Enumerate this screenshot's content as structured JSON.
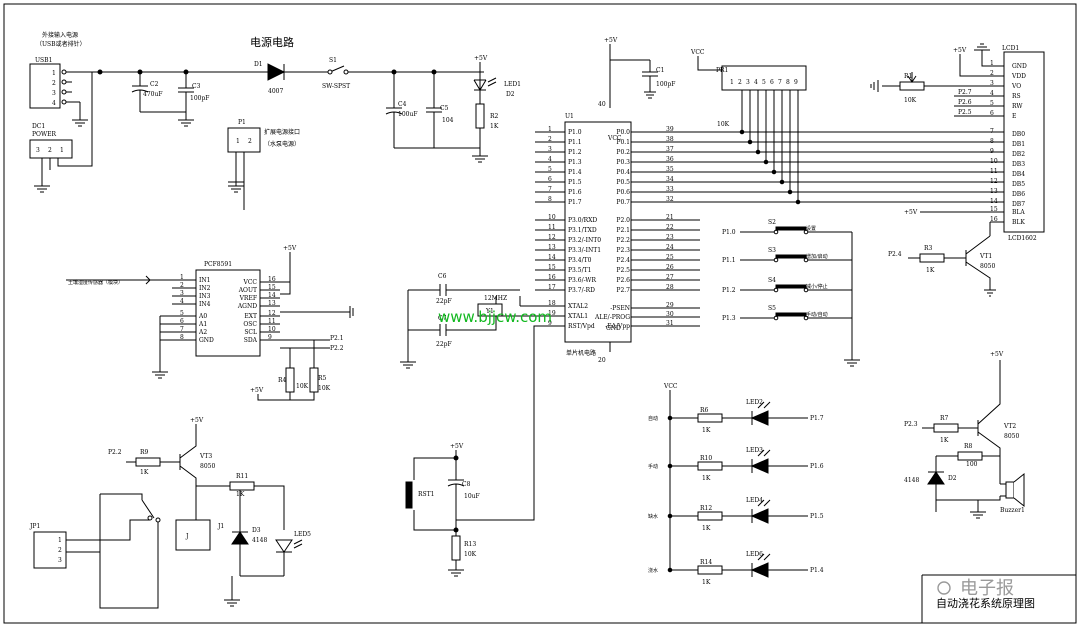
{
  "title": "电源电路",
  "footer_caption": "自动浇花系统原理图",
  "watermark_url": "www.bjjcw.com",
  "watermark_brand": "电子报",
  "mcu": {
    "ref": "U1",
    "vcc": "VCC",
    "pin_vcc": "40",
    "pin_gnd": "20",
    "gnd": "GND",
    "caption": "单片机电路",
    "left_pins": [
      {
        "num": "1",
        "name": "P1.0"
      },
      {
        "num": "2",
        "name": "P1.1"
      },
      {
        "num": "3",
        "name": "P1.2"
      },
      {
        "num": "4",
        "name": "P1.3"
      },
      {
        "num": "5",
        "name": "P1.4"
      },
      {
        "num": "6",
        "name": "P1.5"
      },
      {
        "num": "7",
        "name": "P1.6"
      },
      {
        "num": "8",
        "name": "P1.7"
      },
      {
        "num": "10",
        "name": "P3.0/RXD"
      },
      {
        "num": "11",
        "name": "P3.1/TXD"
      },
      {
        "num": "12",
        "name": "P3.2/-INT0"
      },
      {
        "num": "13",
        "name": "P3.3/-INT1"
      },
      {
        "num": "14",
        "name": "P3.4/T0"
      },
      {
        "num": "15",
        "name": "P3.5/T1"
      },
      {
        "num": "16",
        "name": "P3.6/-WR"
      },
      {
        "num": "17",
        "name": "P3.7/-RD"
      },
      {
        "num": "18",
        "name": "XTAL2"
      },
      {
        "num": "19",
        "name": "XTAL1"
      },
      {
        "num": "9",
        "name": "RST/Vpd"
      }
    ],
    "right_pins": [
      {
        "num": "39",
        "name": "P0.0"
      },
      {
        "num": "38",
        "name": "P0.1"
      },
      {
        "num": "37",
        "name": "P0.2"
      },
      {
        "num": "36",
        "name": "P0.3"
      },
      {
        "num": "35",
        "name": "P0.4"
      },
      {
        "num": "34",
        "name": "P0.5"
      },
      {
        "num": "33",
        "name": "P0.6"
      },
      {
        "num": "32",
        "name": "P0.7"
      },
      {
        "num": "21",
        "name": "P2.0"
      },
      {
        "num": "22",
        "name": "P2.1"
      },
      {
        "num": "23",
        "name": "P2.2"
      },
      {
        "num": "24",
        "name": "P2.3"
      },
      {
        "num": "25",
        "name": "P2.4"
      },
      {
        "num": "26",
        "name": "P2.5"
      },
      {
        "num": "27",
        "name": "P2.6"
      },
      {
        "num": "28",
        "name": "P2.7"
      },
      {
        "num": "29",
        "name": "-PSEN"
      },
      {
        "num": "30",
        "name": "ALE/-PROG"
      },
      {
        "num": "31",
        "name": "-EA/Vpp"
      }
    ]
  },
  "lcd": {
    "ref": "LCD1",
    "model": "LCD1602",
    "pins": [
      {
        "num": "1",
        "name": "GND"
      },
      {
        "num": "2",
        "name": "VDD"
      },
      {
        "num": "3",
        "name": "VO"
      },
      {
        "num": "4",
        "name": "RS"
      },
      {
        "num": "5",
        "name": "RW"
      },
      {
        "num": "6",
        "name": "E"
      },
      {
        "num": "7",
        "name": "DB0"
      },
      {
        "num": "8",
        "name": "DB1"
      },
      {
        "num": "9",
        "name": "DB2"
      },
      {
        "num": "10",
        "name": "DB3"
      },
      {
        "num": "11",
        "name": "DB4"
      },
      {
        "num": "12",
        "name": "DB5"
      },
      {
        "num": "13",
        "name": "DB6"
      },
      {
        "num": "14",
        "name": "DB7"
      },
      {
        "num": "15",
        "name": "BLA"
      },
      {
        "num": "16",
        "name": "BLK"
      }
    ],
    "ctrl_nets": [
      "P2.7",
      "P2.6",
      "P2.5"
    ]
  },
  "adc": {
    "ref": "PCF8591",
    "left_pins": [
      {
        "num": "1",
        "name": "IN1"
      },
      {
        "num": "2",
        "name": "IN2"
      },
      {
        "num": "3",
        "name": "IN3"
      },
      {
        "num": "4",
        "name": "IN4"
      },
      {
        "num": "5",
        "name": "A0"
      },
      {
        "num": "6",
        "name": "A1"
      },
      {
        "num": "7",
        "name": "A2"
      },
      {
        "num": "8",
        "name": "GND"
      }
    ],
    "right_pins": [
      {
        "num": "16",
        "name": "VCC"
      },
      {
        "num": "15",
        "name": "AOUT"
      },
      {
        "num": "14",
        "name": "VREF"
      },
      {
        "num": "13",
        "name": "AGND"
      },
      {
        "num": "12",
        "name": "EXT"
      },
      {
        "num": "11",
        "name": "OSC"
      },
      {
        "num": "10",
        "name": "SCL"
      },
      {
        "num": "9",
        "name": "SDA"
      }
    ],
    "sensor_label": "土壤湿度传感器（模块）",
    "scl_net": "P2.1",
    "sda_net": "P2.2"
  },
  "power": {
    "usb_ref": "USB1",
    "usb_label1": "外接输入电源",
    "usb_label2": "（USB或者排针）",
    "usb_pins": [
      "1",
      "2",
      "3",
      "4"
    ],
    "dc_ref": "DC1",
    "dc_label": "POWER",
    "dc_pins": [
      "3",
      "2",
      "1"
    ],
    "c2": "C2",
    "c2_val": "470uF",
    "c3": "C3",
    "c3_val": "100pF",
    "d1": "D1",
    "d1_val": "4007",
    "s1": "S1",
    "s1_val": "SW-SPST",
    "c4": "C4",
    "c4_val": "100uF",
    "c5": "C5",
    "c5_val": "104",
    "led1": "LED1",
    "led1_sub": "D2",
    "r2": "R2",
    "r2_val": "1K",
    "p1": "P1",
    "p1_label1": "扩展电源接口",
    "p1_label2": "（水泵电源）",
    "p1_pins": [
      "1",
      "2"
    ]
  },
  "supply": {
    "v5": "+5V",
    "vcc": "VCC"
  },
  "mcu_c1": {
    "ref": "C1",
    "val": "100pF"
  },
  "rpack": {
    "ref": "PR1",
    "val": "10K",
    "pins": [
      "1",
      "2",
      "3",
      "4",
      "5",
      "6",
      "7",
      "8",
      "9"
    ]
  },
  "lcd_pot": {
    "ref": "R1",
    "val": "10K"
  },
  "backlight": {
    "r": "R3",
    "r_val": "1K",
    "q": "VT1",
    "q_val": "8050",
    "net": "P2.4"
  },
  "crystal": {
    "c6": "C6",
    "c6_val": "22pF",
    "c7": "C7",
    "c7_val": "22pF",
    "y": "Y1",
    "freq": "12MHZ"
  },
  "reset": {
    "sw": "RST1",
    "c": "C8",
    "c_val": "10uF",
    "r": "R13",
    "r_val": "10K"
  },
  "keys": [
    {
      "net": "P1.0",
      "ref": "S2",
      "label": "设置"
    },
    {
      "net": "P1.1",
      "ref": "S3",
      "label": "增加/启动"
    },
    {
      "net": "P1.2",
      "ref": "S4",
      "label": "减小/停止"
    },
    {
      "net": "P1.3",
      "ref": "S5",
      "label": "手动/自动"
    }
  ],
  "adc_pull": {
    "r4": "R4",
    "r4_val": "10K",
    "r5": "R5",
    "r5_val": "10K"
  },
  "leds": [
    {
      "label": "自动",
      "r": "R6",
      "r_val": "1K",
      "led": "LED2",
      "net": "P1.7"
    },
    {
      "label": "手动",
      "r": "R10",
      "r_val": "1K",
      "led": "LED3",
      "net": "P1.6"
    },
    {
      "label": "缺水",
      "r": "R12",
      "r_val": "1K",
      "led": "LED4",
      "net": "P1.5"
    },
    {
      "label": "浇水",
      "r": "R14",
      "r_val": "1K",
      "led": "LED6",
      "net": "P1.4"
    }
  ],
  "buzzer": {
    "net": "P2.3",
    "r7": "R7",
    "r7_val": "1K",
    "q": "VT2",
    "q_val": "8050",
    "r8": "R8",
    "r8_val": "100",
    "d": "D2",
    "d_val": "4148",
    "bz": "Buzzer1"
  },
  "relay": {
    "net": "P2.2",
    "r9": "R9",
    "r9_val": "1K",
    "q": "VT3",
    "q_val": "8050",
    "r11": "R11",
    "r11_val": "1K",
    "j": "J1",
    "j_body": "J",
    "d": "D3",
    "d_val": "4148",
    "led": "LED5",
    "jp": "JP1",
    "jp_pins": [
      "1",
      "2",
      "3"
    ]
  }
}
